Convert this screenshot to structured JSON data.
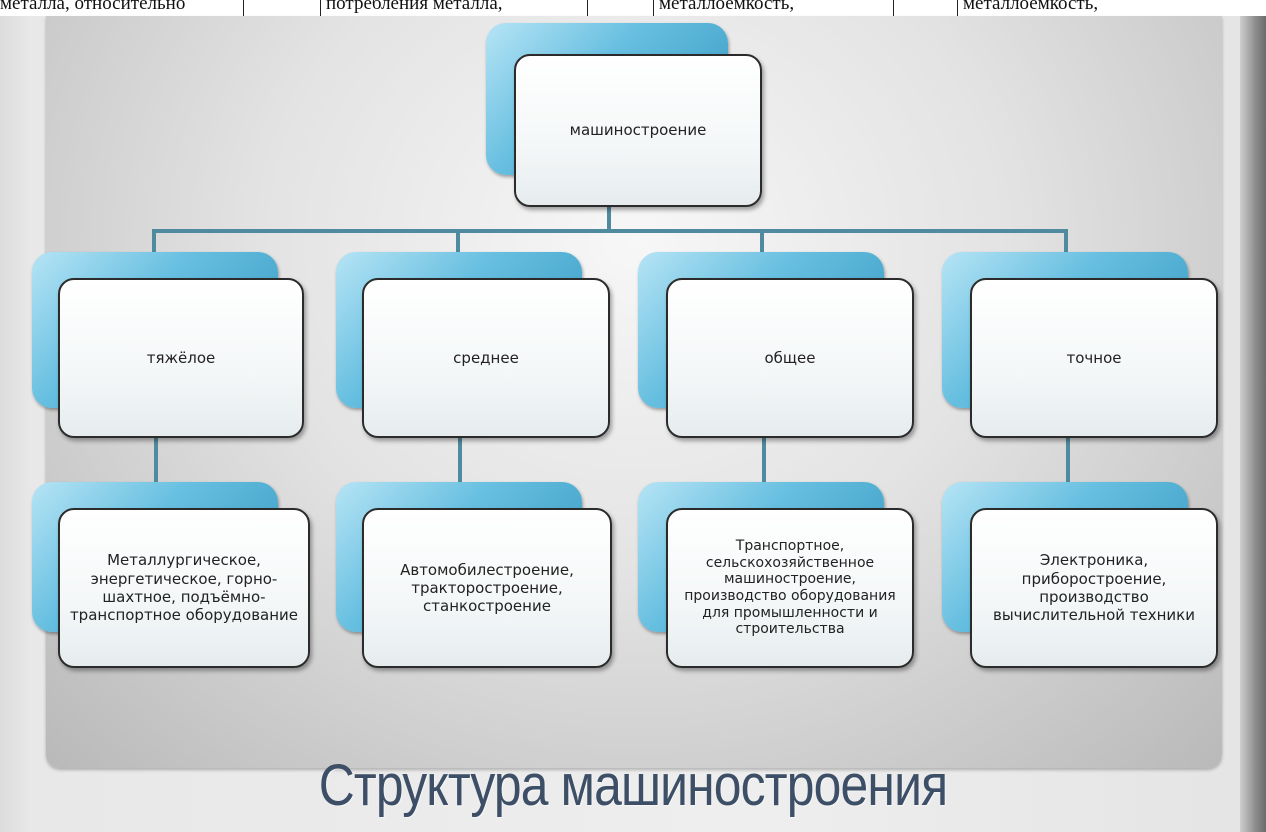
{
  "top_strip": {
    "cells": [
      "металла, относительно",
      "потребления металла,",
      "металлоемкость,",
      "металлоемкость,"
    ]
  },
  "diagram": {
    "root": "машиностроение",
    "branches": [
      {
        "name": "тяжёлое",
        "examples": "Металлургическое, энергетическое, горно-шахтное, подъёмно-транспортное оборудование"
      },
      {
        "name": "среднее",
        "examples": "Автомобилестроение, тракторостроение, станкостроение"
      },
      {
        "name": "общее",
        "examples": "Транспортное, сельскохозяйственное машиностроение, производство оборудования для промышленности и строительства"
      },
      {
        "name": "точное",
        "examples": "Электроника, приборостроение, производство вычислительной техники"
      }
    ]
  },
  "slide": {
    "title": "Структура машиностроения"
  },
  "colors": {
    "connector": "#4f8a9f",
    "accent_back": "#67bfe0",
    "title": "#3d4f66"
  }
}
